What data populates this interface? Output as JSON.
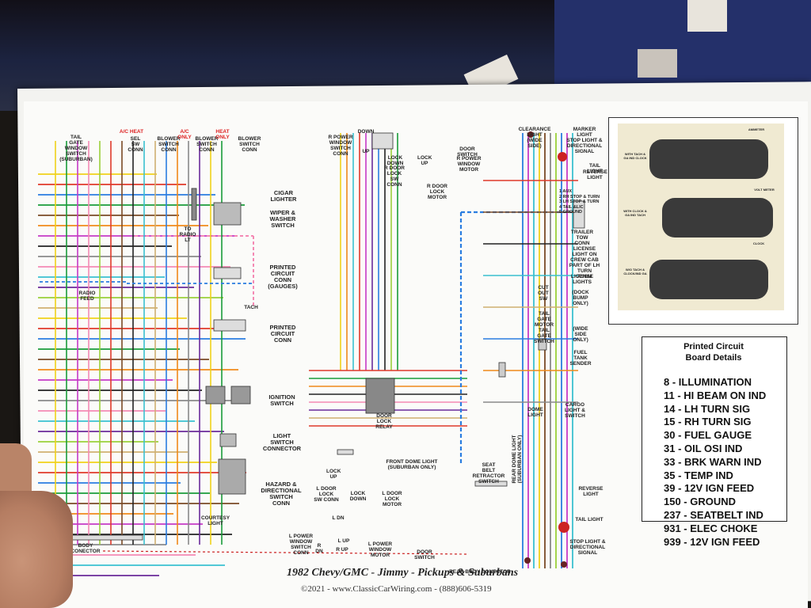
{
  "diagram": {
    "title": "1982 Chevy/GMC - Jimmy - Pickups & Suburbans",
    "subtitle": "©2021 - www.ClassicCarWiring.com - (888)606-5319",
    "labels": {
      "tailgate_switch": "TAIL\nGATE\nWINDOW\nSWITCH\n(SUBURBAN)",
      "ac_heat": "A/C HEAT",
      "sel_sw_conn": "SEL\nSW\nCONN",
      "blower_switch_conn_1": "BLOWER\nSWITCH\nCONN",
      "ac_only": "A/C\nONLY",
      "blower_switch_conn_2": "BLOWER\nSWITCH\nCONN",
      "heat_only": "HEAT\nONLY",
      "blower_switch_conn_3": "BLOWER\nSWITCH\nCONN",
      "cigar_lighter": "CIGAR\nLIGHTER",
      "wiper_washer": "WIPER &\nWASHER\nSWITCH",
      "to_radio_lt": "TO\nRADIO LT",
      "pcb_conn_gauges": "PRINTED\nCIRCUIT\nCONN\n(GAUGES)",
      "radio_feed": "RADIO\nFEED",
      "tach": "TACH",
      "pcb_conn": "PRINTED\nCIRCUIT\nCONN",
      "ignition_switch": "IGNITION\nSWITCH",
      "light_switch_connector": "LIGHT\nSWITCH\nCONNECTOR",
      "hazard_switch": "HAZARD &\nDIRECTIONAL\nSWITCH\nCONN",
      "courtesy_light": "COURTESY\nLIGHT",
      "body_connector": "BODY CONECTOR",
      "r_power_window_switch": "R POWER\nWINDOW\nSWITCH\nCONN",
      "down": "DOWN",
      "up": "UP",
      "lock_down_up": "LOCK\nDOWN",
      "r_door_lock_sw": "R DOOR\nLOCK\nSW CONN",
      "lock_up": "LOCK\nUP",
      "door_switch": "DOOR\nSWITCH",
      "r_power_window_motor": "R POWER\nWINDOW\nMOTOR",
      "r_door_lock_motor": "R DOOR\nLOCK\nMOTOR",
      "clearance_light": "CLEARANCE\nLIGHT\n(WIDE\nSIDE)",
      "marker_light": "MARKER\nLIGHT\nSTOP LIGHT &\nDIRECTIONAL\nSIGNAL",
      "tail_light_top": "TAIL LIGHT",
      "reverse_light_top": "REVERSE\nLIGHT",
      "trailer_list": "1 AUX\n2 RH STOP & TURN\n3 LH STOP & TURN\n4 TAIL &LIC\n5 GROUND",
      "trailer_tow": "TRAILER\nTOW\nCONN",
      "license_crew": "LICENSE\nLIGHT ON\nCREW CAB\nPART OF LH\nTURN\nASSM",
      "license_lights": "LICENSE\nLIGHTS",
      "cut_out_sw": "CUT\nOUT\nSW",
      "dock_bump": "(DOCK\nBUMP\nONLY)",
      "tail_gate_motor": "TAIL\nGATE\nMOTOR",
      "tail_gate_switch": "TAIL\nGATE\nSWITCH",
      "wide_side_only": "(WIDE\nSIDE\nONLY)",
      "fuel_tank_sender": "FUEL\nTANK\nSENDER",
      "cargo_light_switch": "CARGO\nLIGHT &\nSWITCH",
      "door_lock_relay": "DOOR\nLOCK\nRELAY",
      "dome_light": "DOME\nLIGHT",
      "front_dome": "FRONT DOME LIGHT\n(SUBURBAN ONLY)",
      "seat_belt": "SEAT\nBELT\nRETRACTOR\nSWITCH",
      "rear_dome": "REAR DOME LIGHT\n(SUBURBAN ONLY)",
      "lock_up_2": "LOCK\nUP",
      "l_door_lock_sw": "L DOOR\nLOCK\nSW CONN",
      "lock_down_2": "LOCK\nDOWN",
      "l_door_lock_motor": "L DOOR\nLOCK\nMOTOR",
      "l_power_window_switch": "L POWER\nWINDOW\nSWITCH\nCONN",
      "l_power_window_motor": "L POWER\nWINDOW\nMOTOR",
      "door_switch_2": "DOOR\nSWITCH",
      "rear_body_connector": "REAR BODY CONECTOR",
      "reverse_light_bottom": "REVERSE\nLIGHT",
      "tail_light_bottom": "TAIL LIGHT",
      "stop_light_bottom": "STOP LIGHT &\nDIRECTIONAL\nSIGNAL",
      "ldn": "L DN",
      "lup": "L UP",
      "rup": "R UP",
      "rdn": "R DN",
      "ammeter": "AMMETER",
      "volt_meter": "VOLT METER",
      "with_tach": "WITH TACH &\nGA IND CLOCK",
      "with_clock": "WITH CLOCK &\nGA IND TACH",
      "wo_tach": "W/O TACH &\nCLOCK/IND GA",
      "clock": "CLOCK"
    }
  },
  "legend": {
    "title": "Printed Circuit\nBoard Details",
    "items": [
      "8 - ILLUMINATION",
      "11 - HI BEAM ON IND",
      "14 - LH TURN SIG",
      "15 - RH TURN SIG",
      "30 - FUEL GAUGE",
      "31 - OIL OSI IND",
      "33 - BRK WARN IND",
      "35 - TEMP IND",
      "39 - 12V IGN FEED",
      "150 - GROUND",
      "237 - SEATBELT IND",
      "931 - ELEC CHOKE",
      "939 - 12V IGN FEED"
    ]
  }
}
